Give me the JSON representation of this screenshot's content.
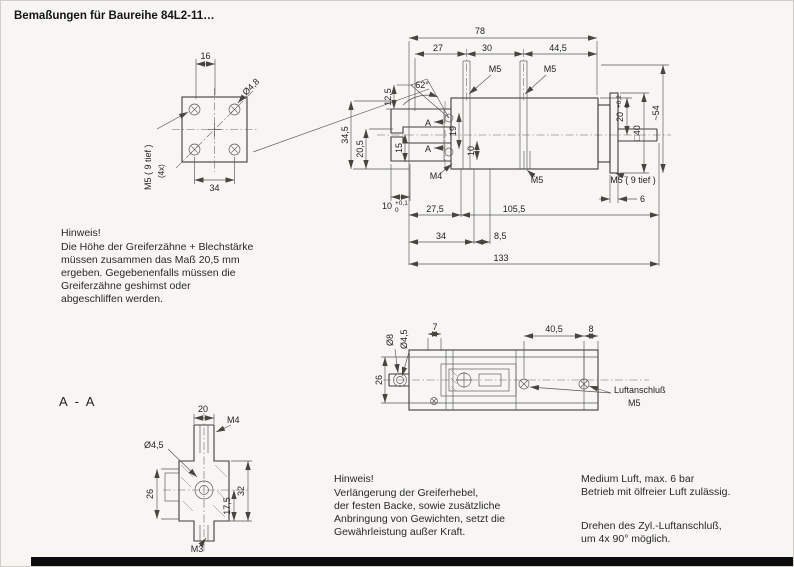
{
  "page": {
    "title": "Bemaßungen für Baureihe 84L2-11…"
  },
  "notes": {
    "top": {
      "heading": "Hinweis!",
      "lines": [
        "Die Höhe der Greiferzähne + Blechstärke",
        "müssen zusammen das Maß 20,5 mm",
        "ergeben. Gegebenenfalls müssen die",
        "Greiferzähne geshimst oder",
        "abgeschliffen werden."
      ]
    },
    "warranty": {
      "heading": "Hinweis!",
      "lines": [
        "Verlängerung der Greiferhebel,",
        "der festen Backe, sowie zusätzliche",
        "Anbringung von Gewichten, setzt die",
        "Gewährleistung außer Kraft."
      ]
    },
    "medium": {
      "lines": [
        "Medium Luft, max. 6 bar",
        "Betrieb mit ölfreier Luft zulässig."
      ]
    },
    "rotation": {
      "lines": [
        "Drehen des Zyl.-Luftanschluß,",
        "um 4x 90° möglich."
      ]
    }
  },
  "flange_view": {
    "dim_16": "16",
    "dim_34": "34",
    "dia_48": "Ø4,8",
    "thread": "M5 ( 9 tief )",
    "count": "(4x)"
  },
  "main_view": {
    "dim_78": "78",
    "dim_27": "27",
    "dim_30": "30",
    "dim_445": "44,5",
    "thread_m5_a": "M5",
    "thread_m5_b": "M5",
    "dim_125": "12,5",
    "angle_62": "62°",
    "dim_20": "20",
    "dim_20_tol_hi": "+0,2",
    "dim_20_tol_lo": "0",
    "dim_54": "~54",
    "dim_sq40": "□40",
    "dim_345": "34,5",
    "dim_205": "20,5",
    "dim_15": "15",
    "dim_19": "19",
    "dim_10v": "10",
    "section_a": "A",
    "thread_m4": "M4",
    "dim_10": "10",
    "dim_10_tol_hi": "+0,1",
    "dim_10_tol_lo": "0",
    "dim_275": "27,5",
    "dim_1055": "105,5",
    "dim_34": "34",
    "dim_85": "8,5",
    "dim_133": "133",
    "thread_m5_c": "M5",
    "thread_m5_tief": "M5 ( 9 tief )",
    "dim_6": "6"
  },
  "top_view": {
    "dia_8": "Ø8",
    "dia_45": "Ø4,5",
    "dim_7": "7",
    "dim_405": "40,5",
    "dim_8": "8",
    "dim_26": "26",
    "air_label": "Luftanschluß",
    "air_thread": "M5"
  },
  "section_view": {
    "title": "A - A",
    "dim_20": "20",
    "thread_m4": "M4",
    "dia_45": "Ø4,5",
    "dim_26": "26",
    "dim_175": "17,5",
    "dim_32": "32",
    "thread_m3": "M3"
  }
}
